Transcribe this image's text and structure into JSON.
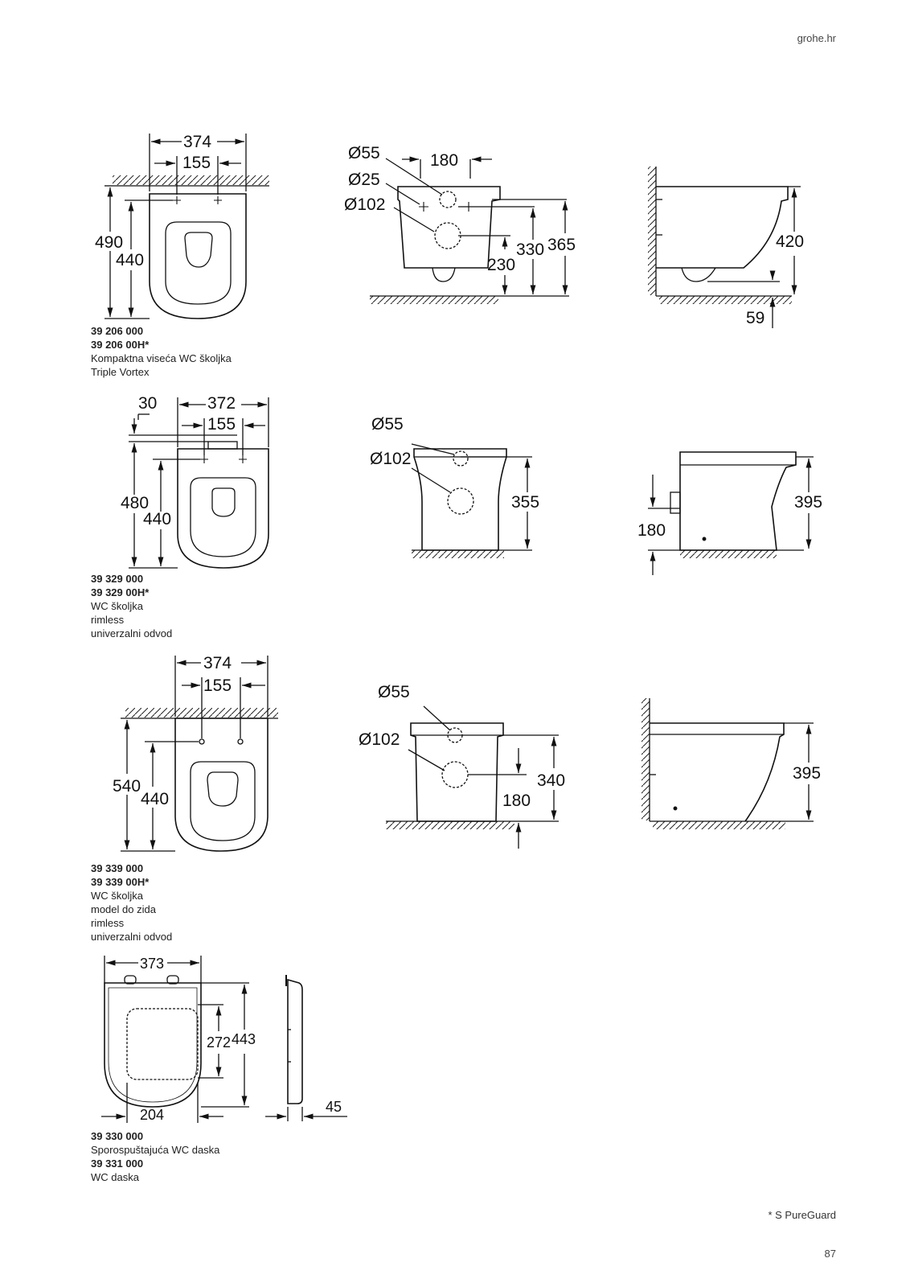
{
  "header": {
    "site": "grohe.hr"
  },
  "footer": {
    "footnote": "* S PureGuard",
    "page_number": "87"
  },
  "products": [
    {
      "codes": [
        "39 206 000",
        "39 206 00H*"
      ],
      "description": [
        "Kompaktna viseća WC školjka",
        "Triple Vortex"
      ],
      "dims": {
        "top_width": "374",
        "top_holes": "155",
        "top_depth": "490",
        "top_inner": "440",
        "d1": "Ø55",
        "d2": "Ø25",
        "d3": "Ø102",
        "front_180": "180",
        "h230": "230",
        "h330": "330",
        "h365": "365",
        "side_420": "420",
        "side_59": "59"
      }
    },
    {
      "codes": [
        "39 329 000",
        "39 329 00H*"
      ],
      "description": [
        "WC školjka",
        "rimless",
        "univerzalni odvod"
      ],
      "dims": {
        "top_offset": "30",
        "top_width": "372",
        "top_holes": "155",
        "top_depth": "480",
        "top_inner": "440",
        "d1": "Ø55",
        "d2": "Ø102",
        "h355": "355",
        "side_180": "180",
        "side_395": "395"
      }
    },
    {
      "codes": [
        "39 339 000",
        "39 339 00H*"
      ],
      "description": [
        "WC školjka",
        "model do zida",
        "rimless",
        "univerzalni odvod"
      ],
      "dims": {
        "top_width": "374",
        "top_holes": "155",
        "top_depth": "540",
        "top_inner": "440",
        "d1": "Ø55",
        "d2": "Ø102",
        "h340": "340",
        "h180": "180",
        "side_395": "395"
      }
    },
    {
      "codes": [
        "39 330 000",
        "39 331 000"
      ],
      "description": [
        "Sporospuštajuća WC daska",
        "WC daska"
      ],
      "dims": {
        "width": "373",
        "inner_h": "272",
        "height": "443",
        "inner_w": "204",
        "thickness": "45"
      }
    }
  ]
}
